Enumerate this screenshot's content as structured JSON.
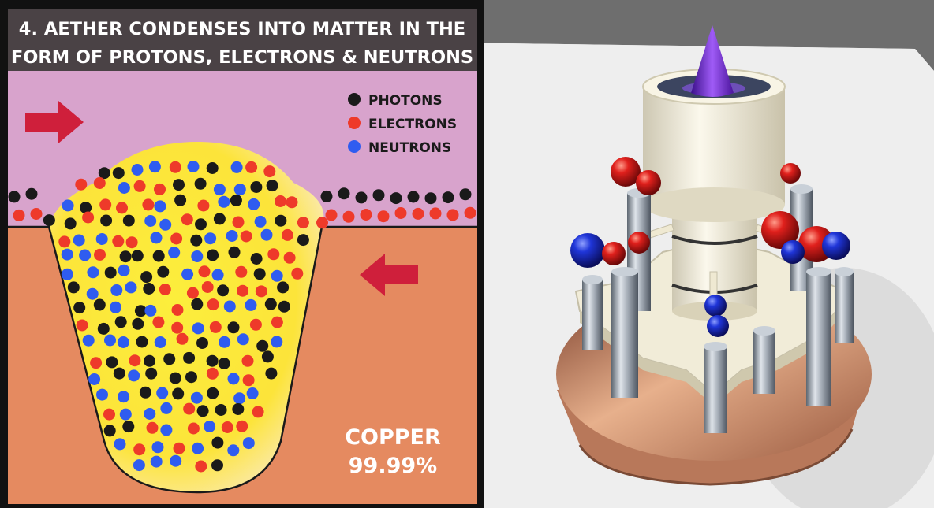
{
  "left_panel": {
    "title_line1": "4.  AETHER CONDENSES INTO MATTER IN THE",
    "title_line2": "FORM OF PROTONS, ELECTRONS & NEUTRONS",
    "legend": [
      {
        "label": "PHOTONS",
        "color": "#1a1a1a"
      },
      {
        "label": "ELECTRONS",
        "color": "#ee3a2a"
      },
      {
        "label": "NEUTRONS",
        "color": "#2f5cf0"
      }
    ],
    "material_name": "COPPER",
    "material_purity": "99.99%",
    "colors": {
      "frame": "#111111",
      "title_bg": "#4a4245",
      "aether": "#d8a3cc",
      "copper": "#e58a60",
      "glow": "#fbe93a",
      "arrow": "#cf1f3b"
    }
  },
  "right_panel": {
    "colors": {
      "background": "#ededed",
      "ceramic": "#f1ecd8",
      "copper_base": "#b8785a",
      "cone": "#7a2fd6",
      "red_sphere": "#d81c1c",
      "blue_sphere": "#1d2fd0",
      "metal": "#9aa3ad"
    }
  }
}
